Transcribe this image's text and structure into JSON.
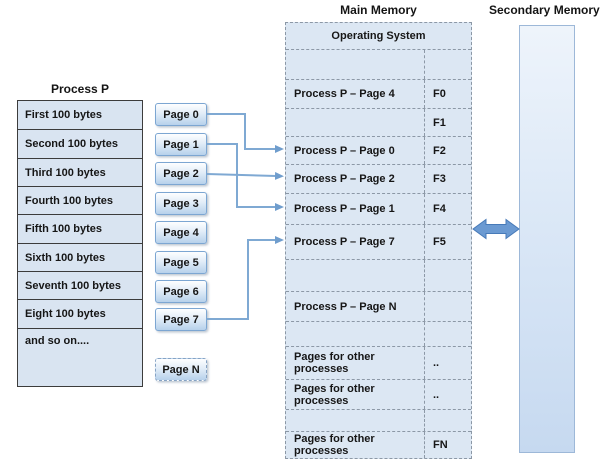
{
  "titles": {
    "process": "Process P",
    "main_memory": "Main Memory",
    "secondary_memory": "Secondary Memory"
  },
  "process_table": {
    "rows": [
      "First 100 bytes",
      "Second 100 bytes",
      "Third 100 bytes",
      "Fourth 100 bytes",
      "Fifth 100 bytes",
      "Sixth 100 bytes",
      "Seventh 100 bytes",
      "Eight 100 bytes",
      "and so on...."
    ]
  },
  "page_boxes": [
    "Page 0",
    "Page 1",
    "Page 2",
    "Page 3",
    "Page 4",
    "Page 5",
    "Page 6",
    "Page 7",
    "Page N"
  ],
  "main_memory": {
    "header": "Operating System",
    "rows": [
      {
        "label": "",
        "frame": ""
      },
      {
        "label": "Process P – Page 4",
        "frame": "F0"
      },
      {
        "label": "",
        "frame": "F1"
      },
      {
        "label": "Process P – Page 0",
        "frame": "F2"
      },
      {
        "label": "Process P – Page 2",
        "frame": "F3"
      },
      {
        "label": "Process P – Page 1",
        "frame": "F4"
      },
      {
        "label": "Process P – Page 7",
        "frame": "F5"
      },
      {
        "label": "",
        "frame": ""
      },
      {
        "label": "Process P – Page N",
        "frame": ""
      },
      {
        "label": "",
        "frame": ""
      },
      {
        "label": "Pages for other processes",
        "frame": ".."
      },
      {
        "label": "Pages for other processes",
        "frame": ".."
      },
      {
        "label": "",
        "frame": ""
      },
      {
        "label": "Pages for other processes",
        "frame": "FN"
      }
    ]
  },
  "colors": {
    "cell_fill_solid": "#d9e4f1",
    "cell_fill_dashed": "#dce7f3",
    "solid_border": "#3c3c3c",
    "dashed_border": "#8c98a6",
    "connector": "#7fa9d3",
    "double_arrow_fill": "#6b9ad2",
    "double_arrow_stroke": "#477ab8"
  }
}
